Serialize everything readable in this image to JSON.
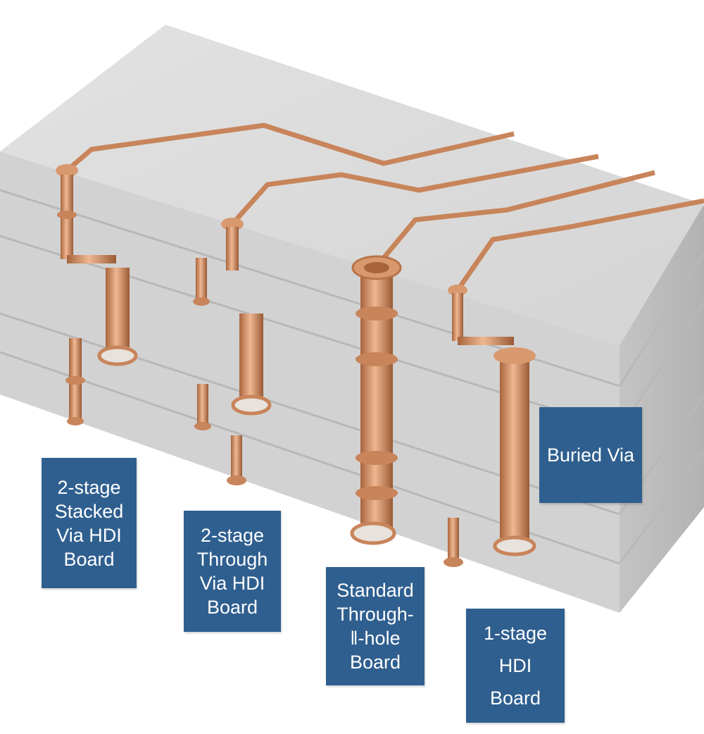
{
  "labels": {
    "stacked": {
      "lines": [
        "2-stage",
        "Stacked",
        "Via HDI",
        "Board"
      ]
    },
    "through": {
      "lines": [
        "2-stage",
        "Through",
        "Via HDI",
        "Board"
      ]
    },
    "standard": {
      "lines": [
        "Standard",
        "Through-",
        "‖-hole",
        "Board"
      ]
    },
    "one_stage": {
      "lines": [
        "1-stage",
        "HDI",
        "Board"
      ]
    },
    "buried": {
      "lines": [
        "Buried Via"
      ]
    }
  },
  "colors": {
    "board_top": "#dcdcdc",
    "board_front": "#cfcfcf",
    "board_side": "#bdbdbd",
    "copper": "#c8845a",
    "copper_light": "#e6b08c",
    "label_bg": "#2f5f8f"
  }
}
